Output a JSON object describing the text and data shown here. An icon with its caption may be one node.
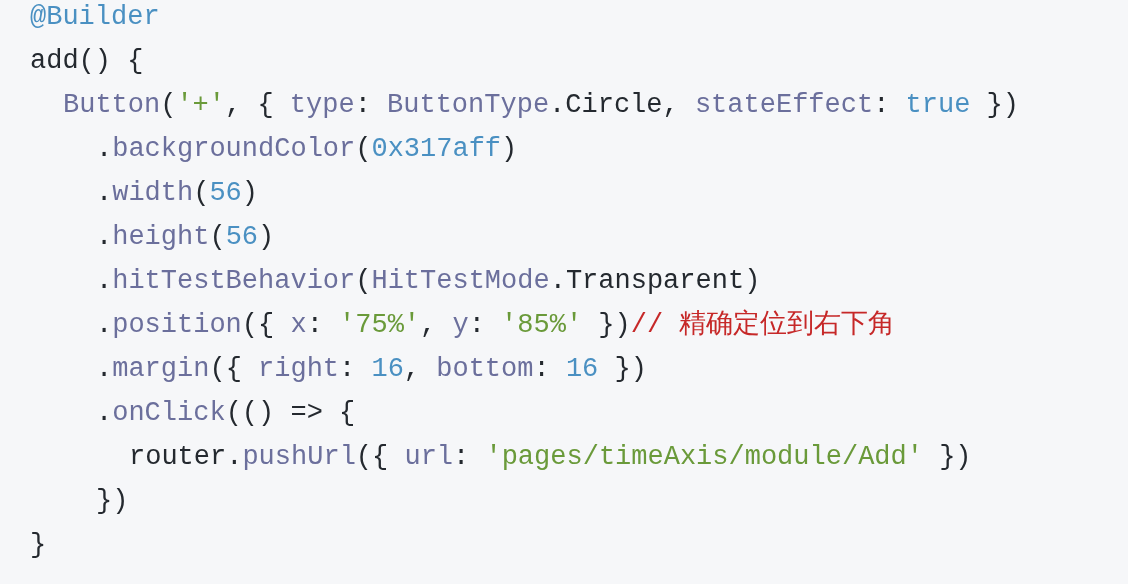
{
  "diagram": {
    "labels": [
      "@Builder",
      "add() {",
      "Button('+', { type: ButtonType.Circle, stateEffect: true })",
      ".backgroundColor(0x317aff)",
      ".width(56)",
      ".height(56)",
      ".hitTestBehavior(HitTestMode.Transparent)",
      ".position({ x: '75%', y: '85%' })// 精确定位到右下角",
      ".margin({ right: 16, bottom: 16 })",
      ".onClick(() => {",
      "router.pushUrl({ url: 'pages/timeAxis/module/Add' })",
      "})",
      "}"
    ]
  }
}
